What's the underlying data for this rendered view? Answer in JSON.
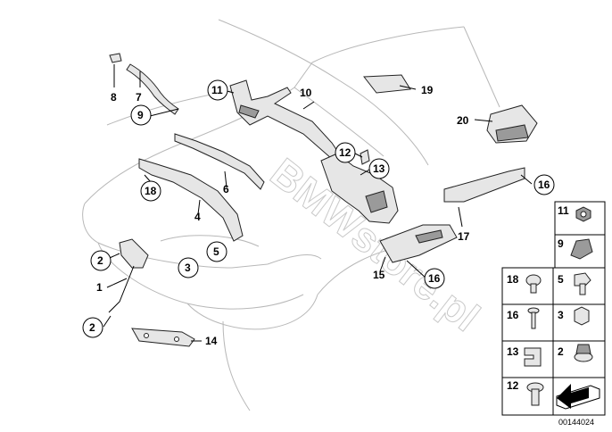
{
  "diagram": {
    "watermark": "BMWstore.pl",
    "reference_code": "00144024",
    "callouts": {
      "c1": "1",
      "c2a": "2",
      "c2b": "2",
      "c3": "3",
      "c4": "4",
      "c5": "5",
      "c6": "6",
      "c7": "7",
      "c8": "8",
      "c9": "9",
      "c10": "10",
      "c11": "11",
      "c12": "12",
      "c13": "13",
      "c14": "14",
      "c15": "15",
      "c16a": "16",
      "c16b": "16",
      "c17": "17",
      "c18": "18",
      "c19": "19",
      "c20": "20"
    },
    "legend": {
      "r11": "11",
      "r9": "9",
      "r18": "18",
      "r5": "5",
      "r16": "16",
      "r3": "3",
      "r13": "13",
      "r2": "2",
      "r12": "12"
    }
  }
}
